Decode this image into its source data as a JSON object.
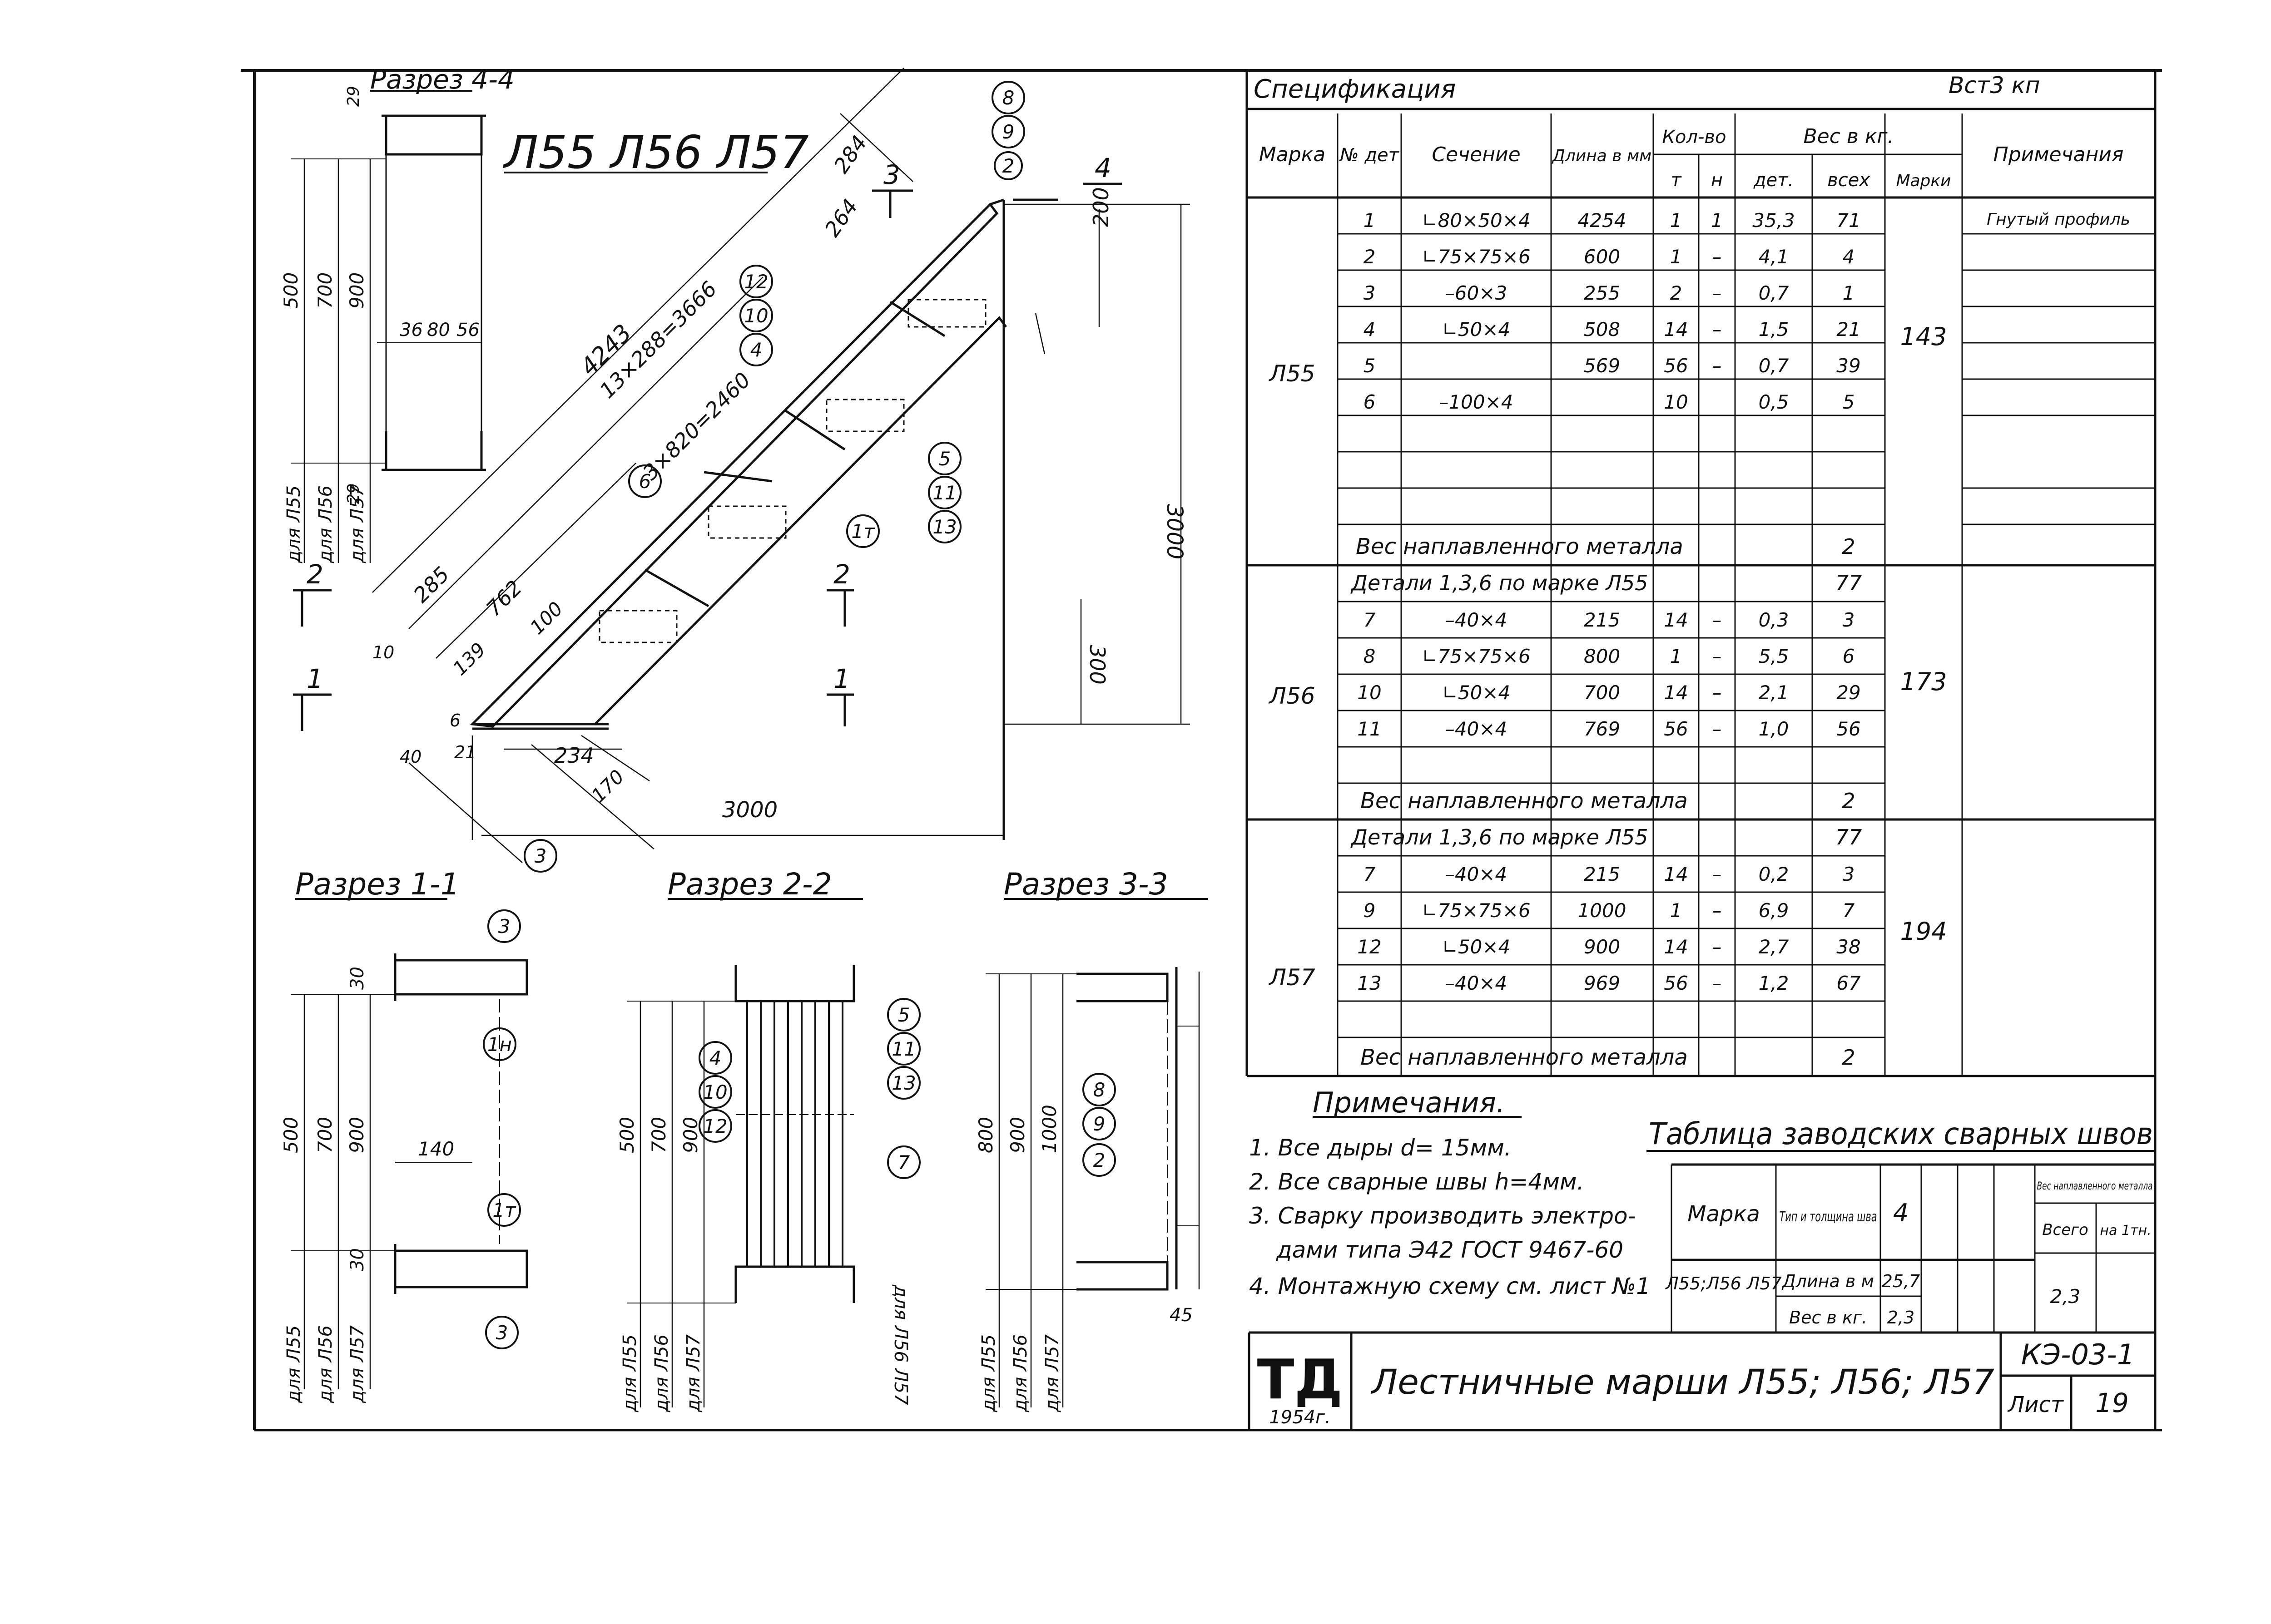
{
  "drawing": {
    "marks_title": "Л55 Л56 Л57",
    "section_4_4": "Разрез 4-4",
    "section_1_1": "Разрез 1-1",
    "section_2_2": "Разрез 2-2",
    "section_3_3": "Разрез 3-3",
    "dim_total_len": "4243",
    "dim_13x288": "13×288=3666",
    "dim_3x820": "3×820=2460",
    "dim_284": "284",
    "dim_264": "264",
    "dim_285": "285",
    "dim_762": "762",
    "dim_139": "139",
    "dim_100a": "100",
    "dim_234": "234",
    "dim_170": "170",
    "dim_3000h": "3000",
    "dim_3000v": "3000",
    "dim_200": "200",
    "dim_300": "300",
    "dim_10": "10",
    "dim_40": "40",
    "dim_21": "21",
    "dim_6": "6",
    "dim_140": "140",
    "dim_30": "30",
    "dim_500": "500",
    "dim_700": "700",
    "dim_900": "900",
    "dim_800": "800",
    "dim_1000": "1000",
    "dim_36": "36",
    "dim_80": "80",
    "dim_56": "56",
    "dim_29": "29",
    "dim_45": "45",
    "for_l55": "для Л55",
    "for_l56": "для Л56",
    "for_l57": "для Л57",
    "for_l56_l57": "для Л56 Л57",
    "cut_1": "1",
    "cut_2": "2",
    "cut_3": "3",
    "cut_4": "4",
    "callouts": [
      "8",
      "9",
      "2",
      "12",
      "10",
      "4",
      "6",
      "5",
      "11",
      "13",
      "1т",
      "3",
      "1н",
      "7"
    ]
  },
  "spec": {
    "title": "Спецификация",
    "steel": "Вст3 кп",
    "headers": {
      "mark": "Марка",
      "det_no": "№ дет",
      "section": "Сечение",
      "length": "Длина в мм",
      "qty": "Кол-во",
      "qty_t": "т",
      "qty_n": "н",
      "weight": "Вес в кг.",
      "w_det": "дет.",
      "w_all": "всех",
      "w_mark": "Марки",
      "notes": "Примечания"
    },
    "groups": [
      {
        "mark": "Л55",
        "mark_weight": "143",
        "rows": [
          {
            "det": "1",
            "section": "∟80×50×4",
            "length": "4254",
            "t": "1",
            "n": "1",
            "w_det": "35,3",
            "w_all": "71",
            "note": "Гнутый профиль"
          },
          {
            "det": "2",
            "section": "∟75×75×6",
            "length": "600",
            "t": "1",
            "n": "–",
            "w_det": "4,1",
            "w_all": "4",
            "note": ""
          },
          {
            "det": "3",
            "section": "–60×3",
            "length": "255",
            "t": "2",
            "n": "–",
            "w_det": "0,7",
            "w_all": "1",
            "note": ""
          },
          {
            "det": "4",
            "section": "∟50×4",
            "length": "508",
            "t": "14",
            "n": "–",
            "w_det": "1,5",
            "w_all": "21",
            "note": ""
          },
          {
            "det": "5",
            "section": "",
            "length": "569",
            "t": "56",
            "n": "–",
            "w_det": "0,7",
            "w_all": "39",
            "note": ""
          },
          {
            "det": "6",
            "section": "–100×4",
            "length": "",
            "t": "10",
            "n": "",
            "w_det": "0,5",
            "w_all": "5",
            "note": ""
          }
        ],
        "weld_label": "Вес наплавленного металла",
        "weld_value": "2"
      },
      {
        "mark": "Л56",
        "mark_weight": "173",
        "details_label": "Детали 1,3,6 по марке Л55",
        "details_value": "77",
        "rows": [
          {
            "det": "7",
            "section": "–40×4",
            "length": "215",
            "t": "14",
            "n": "–",
            "w_det": "0,3",
            "w_all": "3"
          },
          {
            "det": "8",
            "section": "∟75×75×6",
            "length": "800",
            "t": "1",
            "n": "–",
            "w_det": "5,5",
            "w_all": "6"
          },
          {
            "det": "10",
            "section": "∟50×4",
            "length": "700",
            "t": "14",
            "n": "–",
            "w_det": "2,1",
            "w_all": "29"
          },
          {
            "det": "11",
            "section": "–40×4",
            "length": "769",
            "t": "56",
            "n": "–",
            "w_det": "1,0",
            "w_all": "56"
          }
        ],
        "weld_label": "Вес наплавленного металла",
        "weld_value": "2"
      },
      {
        "mark": "Л57",
        "mark_weight": "194",
        "details_label": "Детали 1,3,6 по марке Л55",
        "details_value": "77",
        "rows": [
          {
            "det": "7",
            "section": "–40×4",
            "length": "215",
            "t": "14",
            "n": "–",
            "w_det": "0,2",
            "w_all": "3"
          },
          {
            "det": "9",
            "section": "∟75×75×6",
            "length": "1000",
            "t": "1",
            "n": "–",
            "w_det": "6,9",
            "w_all": "7"
          },
          {
            "det": "12",
            "section": "∟50×4",
            "length": "900",
            "t": "14",
            "n": "–",
            "w_det": "2,7",
            "w_all": "38"
          },
          {
            "det": "13",
            "section": "–40×4",
            "length": "969",
            "t": "56",
            "n": "–",
            "w_det": "1,2",
            "w_all": "67"
          }
        ],
        "weld_label": "Вес наплавленного металла",
        "weld_value": "2"
      }
    ]
  },
  "notes": {
    "title": "Примечания.",
    "items": [
      "1. Все дыры d= 15мм.",
      "2. Все сварные швы h=4мм.",
      "3. Сварку производить электро-",
      "дами типа Э42 ГОСТ 9467-60",
      "4. Монтажную схему см. лист №1"
    ]
  },
  "weld_table": {
    "title": "Таблица заводских сварных швов",
    "mark_header": "Марка",
    "type_header": "Тип и толщина шва",
    "col_4": "4",
    "weight_header": "Вес наплавленного металла",
    "total_header": "Всего",
    "per_ton_header": "на 1тн.",
    "marks": "Л55;Л56 Л57",
    "length_label": "Длина в м",
    "length_value": "25,7",
    "weight_label": "Вес в кг.",
    "weight_value": "2,3",
    "total_value": "2,3"
  },
  "title_block": {
    "logo": "ТД",
    "year": "1954г.",
    "title": "Лестничные марши Л55; Л56; Л57",
    "code": "КЭ-03-1",
    "sheet_label": "Лист",
    "sheet_no": "19"
  }
}
